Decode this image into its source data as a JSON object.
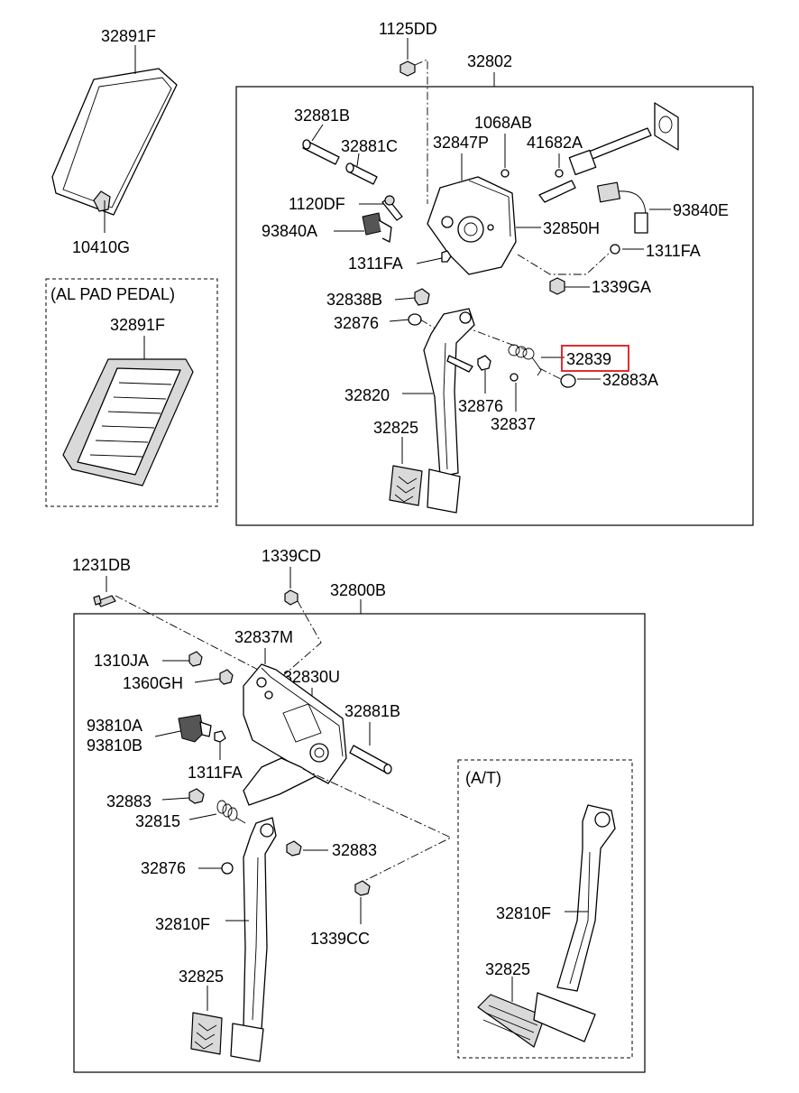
{
  "labels": {
    "p32891F_top": "32891F",
    "p10410G": "10410G",
    "al_pad_title": "(AL PAD PEDAL)",
    "p32891F_al": "32891F",
    "p1125DD": "1125DD",
    "p32802": "32802",
    "p32881B_top": "32881B",
    "p32881C": "32881C",
    "p32847P": "32847P",
    "p1068AB": "1068AB",
    "p41682A": "41682A",
    "p1120DF": "1120DF",
    "p93840A": "93840A",
    "p93840E": "93840E",
    "p32850H": "32850H",
    "p1311FA_l": "1311FA",
    "p1311FA_r": "1311FA",
    "p1339GA": "1339GA",
    "p32838B": "32838B",
    "p32876_a": "32876",
    "p32839": "32839",
    "p32883A": "32883A",
    "p32820": "32820",
    "p32876_b": "32876",
    "p32837": "32837",
    "p32825_top": "32825",
    "p1231DB": "1231DB",
    "p1339CD": "1339CD",
    "p32800B": "32800B",
    "p32837M": "32837M",
    "p1310JA": "1310JA",
    "p1360GH": "1360GH",
    "p32830U": "32830U",
    "p32881B_bot": "32881B",
    "p93810A": "93810A",
    "p93810B": "93810B",
    "p1311FA_bot": "1311FA",
    "p32883_a": "32883",
    "p32815": "32815",
    "p32883_b": "32883",
    "p32876_c": "32876",
    "p32810F_main": "32810F",
    "p1339CC": "1339CC",
    "p32825_bot": "32825",
    "at_title": "(A/T)",
    "p32810F_at": "32810F",
    "p32825_at": "32825"
  },
  "colors": {
    "highlight": "#e0161b",
    "line": "#000000",
    "background": "#ffffff"
  },
  "highlighted_part": "32839"
}
